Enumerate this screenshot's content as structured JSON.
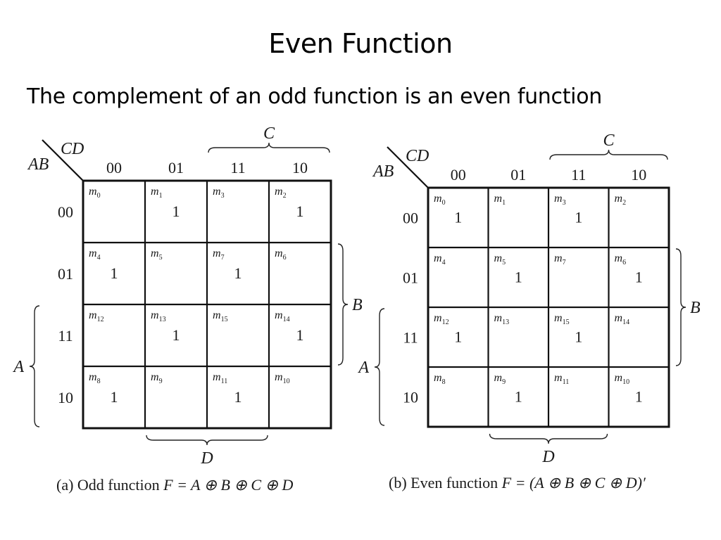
{
  "slide": {
    "title": "Even Function",
    "body": "The complement of an odd function is an even function"
  },
  "maps": [
    {
      "id": "odd",
      "row_var": "AB",
      "col_var": "CD",
      "col_codes": [
        "00",
        "01",
        "11",
        "10"
      ],
      "row_codes": [
        "00",
        "01",
        "11",
        "10"
      ],
      "brace_labels": {
        "top": "C",
        "right": "B",
        "left": "A",
        "bottom": "D"
      },
      "cells": [
        [
          {
            "m": "0",
            "v": ""
          },
          {
            "m": "1",
            "v": "1"
          },
          {
            "m": "3",
            "v": ""
          },
          {
            "m": "2",
            "v": "1"
          }
        ],
        [
          {
            "m": "4",
            "v": "1"
          },
          {
            "m": "5",
            "v": ""
          },
          {
            "m": "7",
            "v": "1"
          },
          {
            "m": "6",
            "v": ""
          }
        ],
        [
          {
            "m": "12",
            "v": ""
          },
          {
            "m": "13",
            "v": "1"
          },
          {
            "m": "15",
            "v": ""
          },
          {
            "m": "14",
            "v": "1"
          }
        ],
        [
          {
            "m": "8",
            "v": "1"
          },
          {
            "m": "9",
            "v": ""
          },
          {
            "m": "11",
            "v": "1"
          },
          {
            "m": "10",
            "v": ""
          }
        ]
      ],
      "caption": {
        "prefix": "(a) Odd function ",
        "formula": "F = A ⊕ B ⊕ C ⊕ D"
      }
    },
    {
      "id": "even",
      "row_var": "AB",
      "col_var": "CD",
      "col_codes": [
        "00",
        "01",
        "11",
        "10"
      ],
      "row_codes": [
        "00",
        "01",
        "11",
        "10"
      ],
      "brace_labels": {
        "top": "C",
        "right": "B",
        "left": "A",
        "bottom": "D"
      },
      "cells": [
        [
          {
            "m": "0",
            "v": "1"
          },
          {
            "m": "1",
            "v": ""
          },
          {
            "m": "3",
            "v": "1"
          },
          {
            "m": "2",
            "v": ""
          }
        ],
        [
          {
            "m": "4",
            "v": ""
          },
          {
            "m": "5",
            "v": "1"
          },
          {
            "m": "7",
            "v": ""
          },
          {
            "m": "6",
            "v": "1"
          }
        ],
        [
          {
            "m": "12",
            "v": "1"
          },
          {
            "m": "13",
            "v": ""
          },
          {
            "m": "15",
            "v": "1"
          },
          {
            "m": "14",
            "v": ""
          }
        ],
        [
          {
            "m": "8",
            "v": ""
          },
          {
            "m": "9",
            "v": "1"
          },
          {
            "m": "11",
            "v": ""
          },
          {
            "m": "10",
            "v": "1"
          }
        ]
      ],
      "caption": {
        "prefix": "(b) Even function ",
        "formula": "F = (A ⊕ B ⊕ C ⊕ D)′"
      }
    }
  ]
}
